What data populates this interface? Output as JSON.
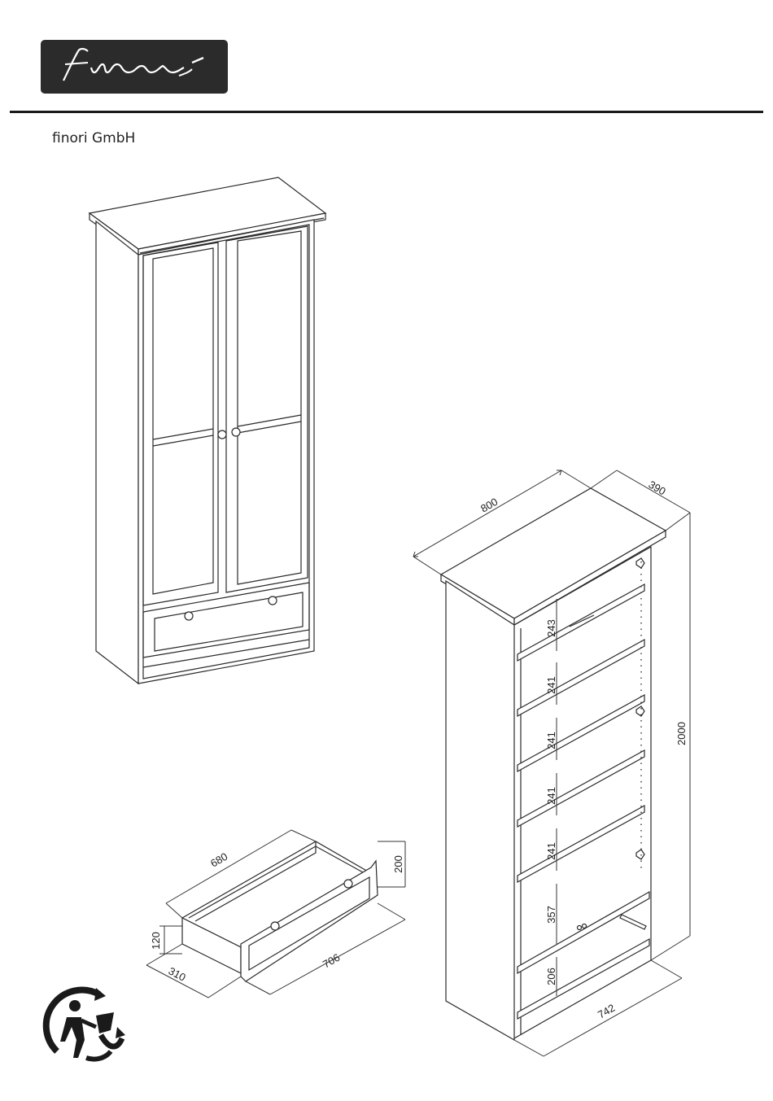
{
  "brand": {
    "logo_text": "finori",
    "company": "finori GmbH"
  },
  "colors": {
    "logo_bg": "#2b2b2b",
    "line": "#2a2a2a"
  },
  "cabinet": {
    "width": "800",
    "depth": "390",
    "height": "2000",
    "inner_width": "742",
    "shelf_spacings": [
      "243",
      "241",
      "241",
      "241",
      "241",
      "357",
      "206"
    ]
  },
  "drawer": {
    "inner_length": "680",
    "front_length": "706",
    "front_height": "200",
    "side_height": "120",
    "depth": "310"
  },
  "icons": [
    "recycling-disposal-icon",
    "wardrobe-drawing",
    "shelf-dimension-drawing",
    "drawer-dimension-drawing"
  ]
}
